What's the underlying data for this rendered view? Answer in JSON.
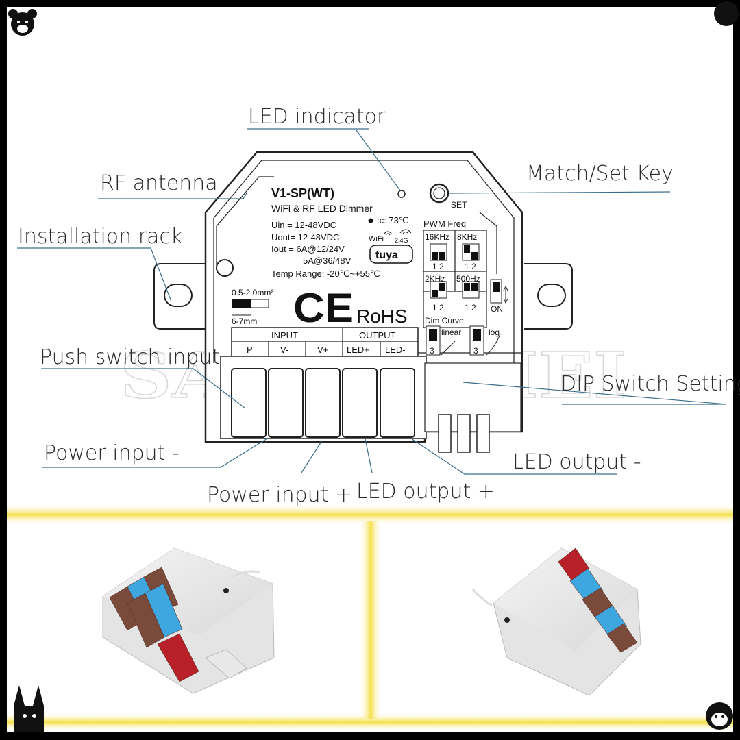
{
  "labels": {
    "led_indicator": "LED indicator",
    "rf_antenna": "RF antenna",
    "match_set_key": "Match/Set Key",
    "installation_rack": "Installation rack",
    "push_switch_input": "Push switch input",
    "dip_switch_setting": "DIP Switch Setting",
    "power_input_minus": "Power input -",
    "power_input_plus": "Power input +",
    "led_output_plus": "LED output +",
    "led_output_minus": "LED output -"
  },
  "device": {
    "model": "V1-SP(WT)",
    "subtitle": "WiFi & RF LED Dimmer",
    "tc": "tc: 73℃",
    "uin": "Uin  = 12-48VDC",
    "uout": "Uout= 12-48VDC",
    "iout1": "Iout  = 6A@12/24V",
    "iout2": "5A@36/48V",
    "temp_range": "Temp Range: -20℃~+55℃",
    "wire_gauge": "0.5-2.0mm²",
    "strip_length": "6-7mm",
    "wifi": "WiFi",
    "wifi_band": "2.4G",
    "tuya": "tuya",
    "ce": "CE",
    "rohs": "RoHS",
    "set": "SET",
    "pwm_freq": "PWM Freq",
    "freq_16k": "16KHz",
    "freq_8k": "8KHz",
    "freq_2k": "2KHz",
    "freq_500": "500Hz",
    "dip_12": "1 2",
    "on": "ON",
    "dim_curve": "Dim Curve",
    "linear": "linear",
    "log": "log",
    "dip_3": "3",
    "input_header": "INPUT",
    "output_header": "OUTPUT",
    "terminals": [
      "P",
      "V-",
      "V+",
      "LED+",
      "LED-"
    ]
  },
  "watermark": "SADLAUMEI",
  "colors": {
    "highlight": "#f5e04a",
    "terminal_brown": "#7a4a3a",
    "terminal_blue": "#3fa7e0",
    "terminal_red": "#b8202a"
  }
}
